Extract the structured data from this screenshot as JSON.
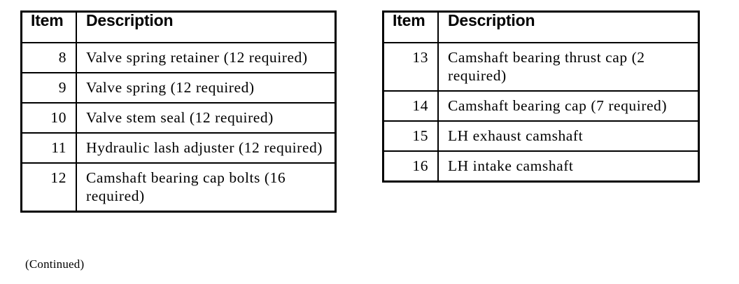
{
  "document": {
    "footer_note": "(Continued)"
  },
  "tables": [
    {
      "id": "left",
      "columns": {
        "item": "Item",
        "description": "Description"
      },
      "rows": [
        {
          "item": "8",
          "description": "Valve spring retainer (12 required)"
        },
        {
          "item": "9",
          "description": "Valve spring (12 required)"
        },
        {
          "item": "10",
          "description": "Valve stem seal (12 required)"
        },
        {
          "item": "11",
          "description": "Hydraulic lash adjuster (12 required)"
        },
        {
          "item": "12",
          "description": "Camshaft bearing cap bolts (16 required)"
        }
      ]
    },
    {
      "id": "right",
      "columns": {
        "item": "Item",
        "description": "Description"
      },
      "rows": [
        {
          "item": "13",
          "description": "Camshaft bearing thrust cap (2 required)"
        },
        {
          "item": "14",
          "description": "Camshaft bearing cap (7 required)"
        },
        {
          "item": "15",
          "description": "LH exhaust camshaft"
        },
        {
          "item": "16",
          "description": "LH intake camshaft"
        }
      ]
    }
  ]
}
